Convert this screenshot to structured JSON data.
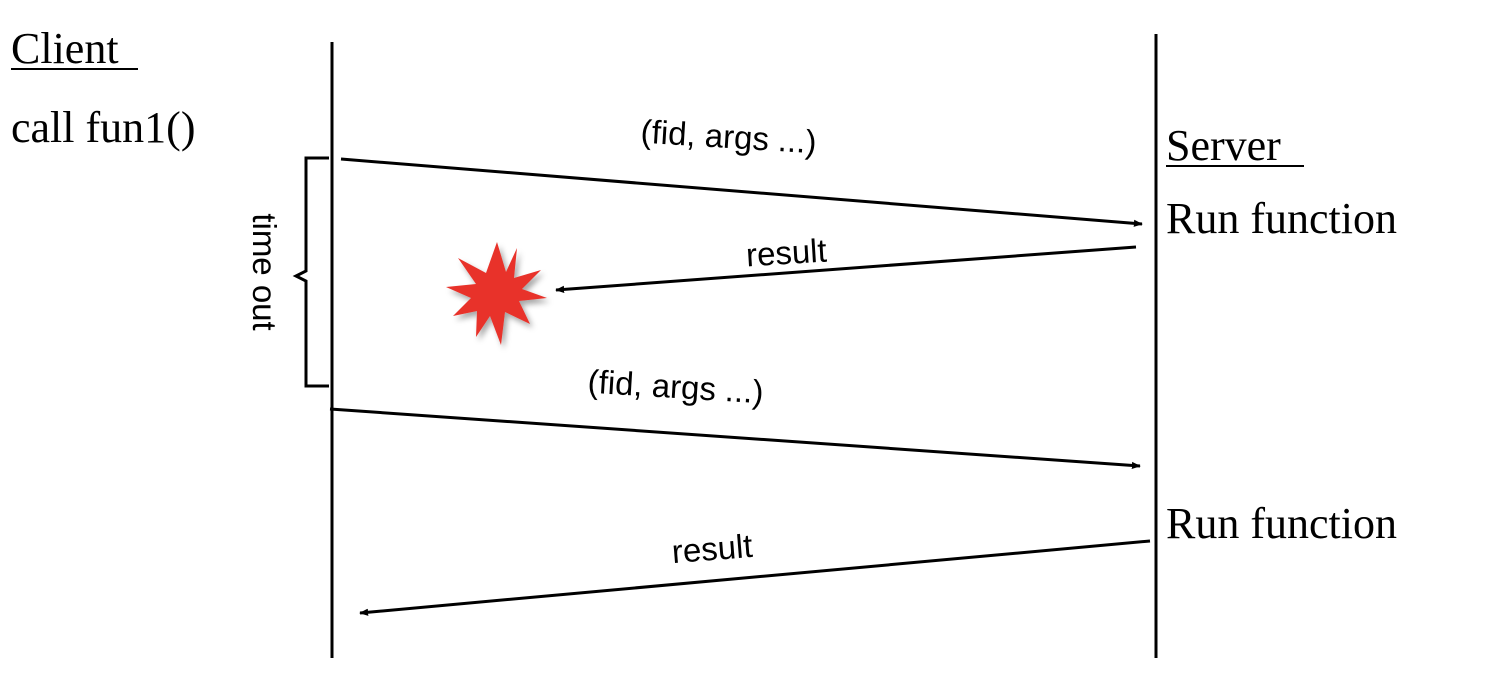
{
  "client": {
    "heading": "Client",
    "call": "call fun1()"
  },
  "server": {
    "heading": "Server",
    "run_label_1": "Run function",
    "run_label_2": "Run function"
  },
  "timeout": {
    "label": "time out"
  },
  "messages": {
    "request_1": "(fid, args ...)",
    "result_1": "result",
    "request_2": "(fid, args ...)",
    "result_2": "result"
  },
  "colors": {
    "failure_burst": "#e8322a",
    "ink": "#000000"
  }
}
